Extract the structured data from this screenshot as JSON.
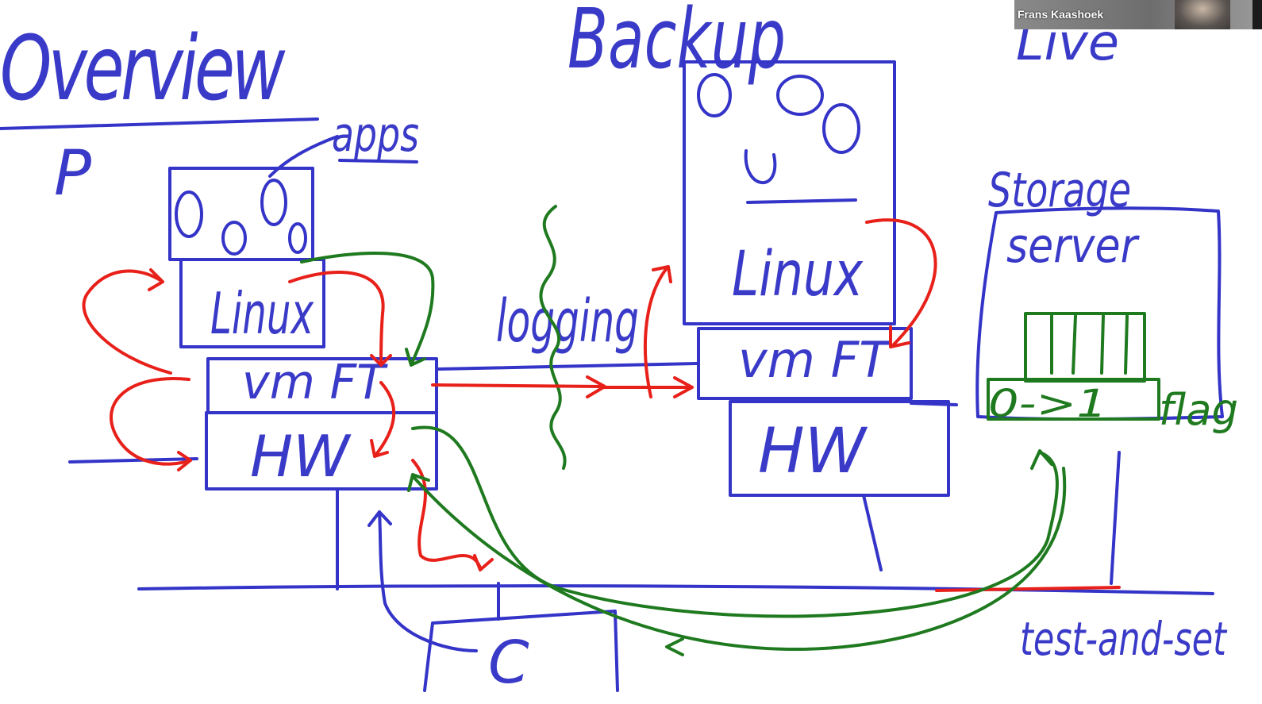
{
  "labels": {
    "overview": "Overview",
    "p": "P",
    "apps": "apps",
    "linux_p": "Linux",
    "vm_ft_p": "vm FT",
    "hw_p": "HW",
    "logging": "logging",
    "backup": "Backup",
    "linux_b": "Linux",
    "vm_ft_b": "vm FT",
    "hw_b": "HW",
    "live": "Live",
    "storage": "Storage",
    "server": "server",
    "flag_value": "0->1",
    "flag": "flag",
    "c": "C",
    "test_and_set": "test-and-set"
  },
  "video": {
    "participant_name": "Frans Kaashoek"
  },
  "colors": {
    "ink_blue": "#3434c8",
    "ink_red": "#e8201a",
    "ink_green": "#1f7a1f"
  }
}
